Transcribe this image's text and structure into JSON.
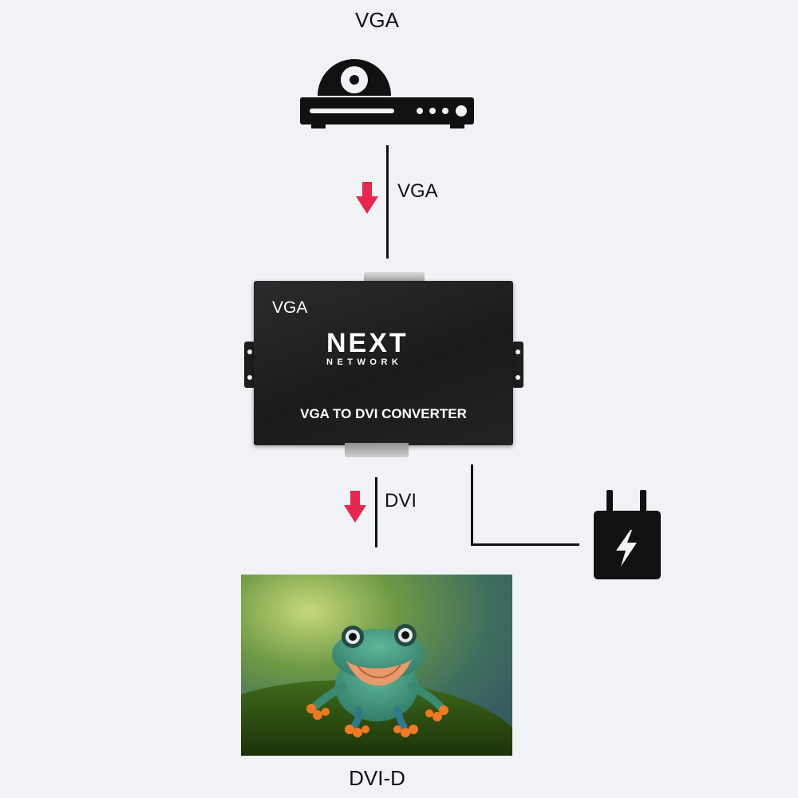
{
  "labels": {
    "top_device": "VGA",
    "vga_cable": "VGA",
    "dvi_cable": "DVI",
    "bottom_device": "DVI-D"
  },
  "converter": {
    "port_label": "VGA",
    "brand_main": "NEXT",
    "brand_sub": "NETWORK",
    "title": "VGA TO DVI CONVERTER"
  },
  "icons": {
    "source": "dvd-player-icon",
    "arrow": "arrow-down-icon",
    "power": "power-adapter-icon"
  },
  "colors": {
    "arrow": "#e8264e",
    "ink": "#111111",
    "box": "#1e1e1f"
  }
}
